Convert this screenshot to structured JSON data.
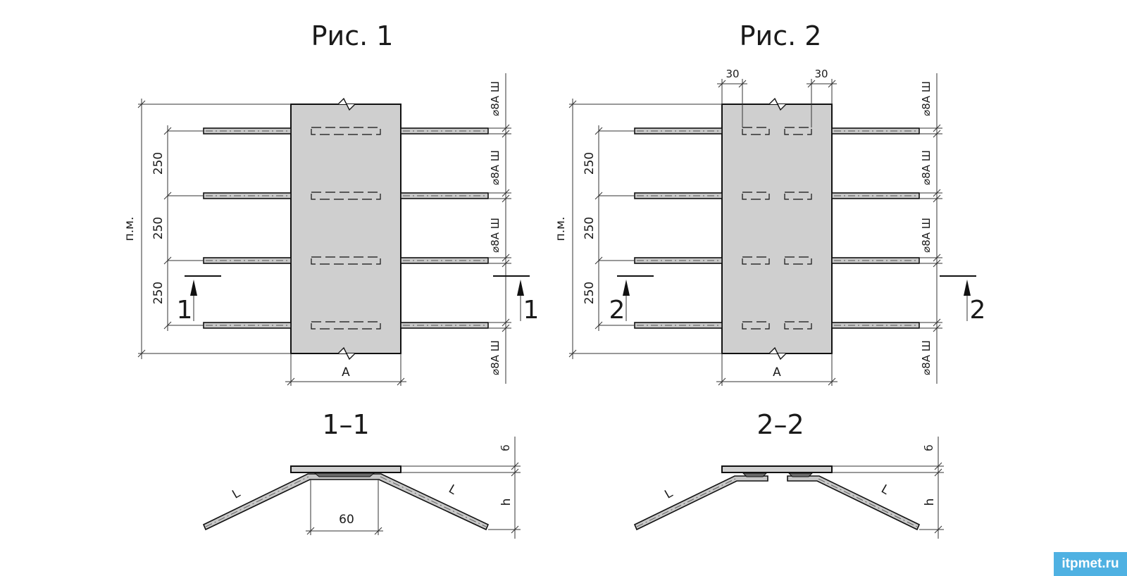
{
  "figures": {
    "fig1_title": "Рис. 1",
    "fig2_title": "Рис. 2",
    "section1_title": "1–1",
    "section2_title": "2–2"
  },
  "dimensions": {
    "spacing": "250",
    "total_length": "п.м.",
    "plate_width": "A",
    "weld_length": "60",
    "offset": "30",
    "plate_thickness": "б",
    "height": "h",
    "anchor_length": "L"
  },
  "rebar_label": "⌀8A Ш",
  "cut_labels": {
    "cut1": "1",
    "cut2": "2"
  },
  "watermark": "itpmet.ru"
}
